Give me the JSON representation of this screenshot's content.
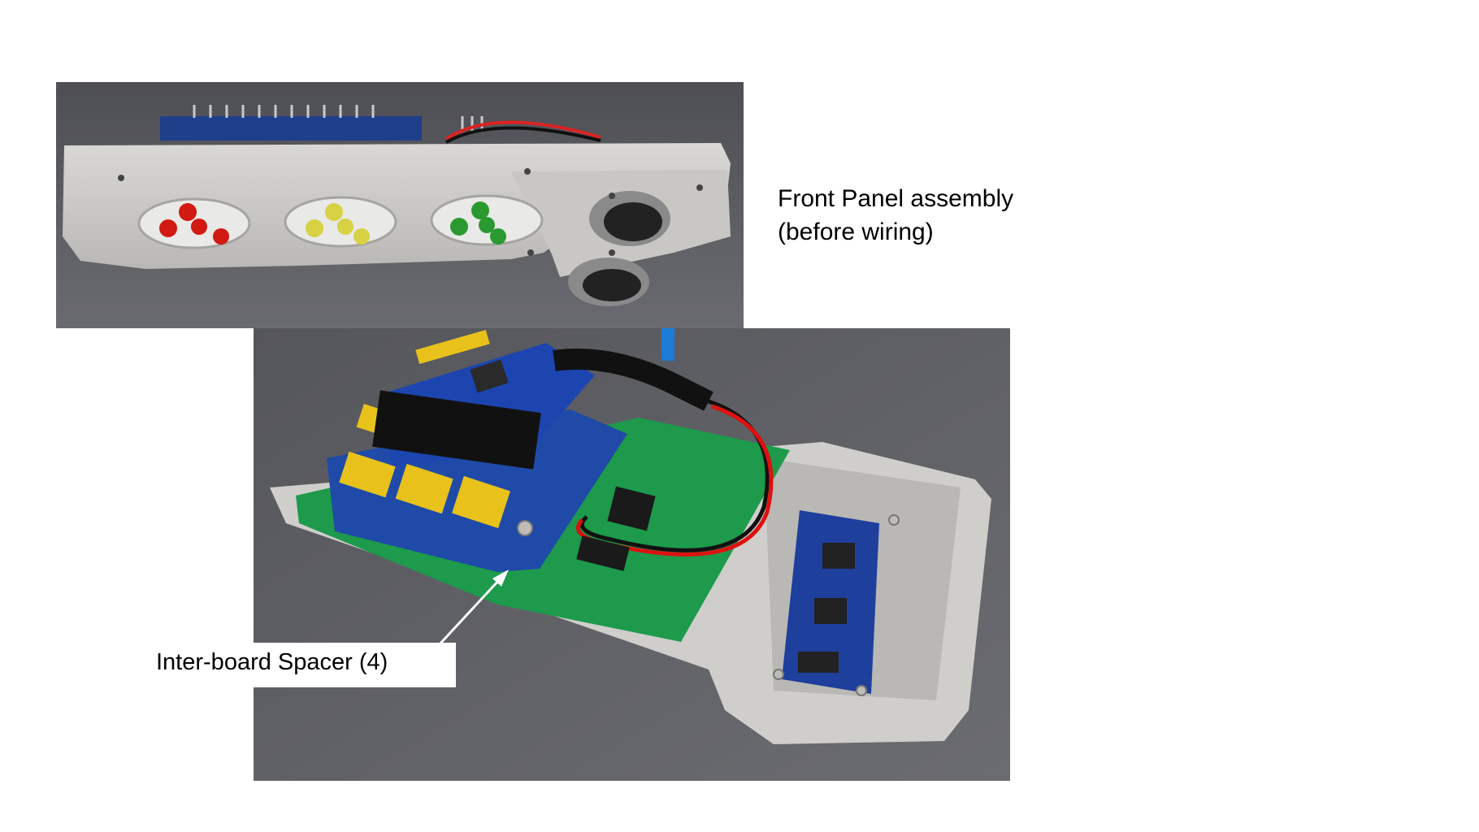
{
  "photos": {
    "top": {
      "description_icon": "front-panel-photo"
    },
    "bottom": {
      "description_icon": "electronics-assembly-photo"
    }
  },
  "caption": {
    "line1": "Front Panel assembly",
    "line2": "(before wiring)"
  },
  "callout": {
    "label": "Inter-board Spacer (4)"
  },
  "colors": {
    "background": "#ffffff",
    "text": "#000000",
    "arrow": "#ffffff"
  }
}
